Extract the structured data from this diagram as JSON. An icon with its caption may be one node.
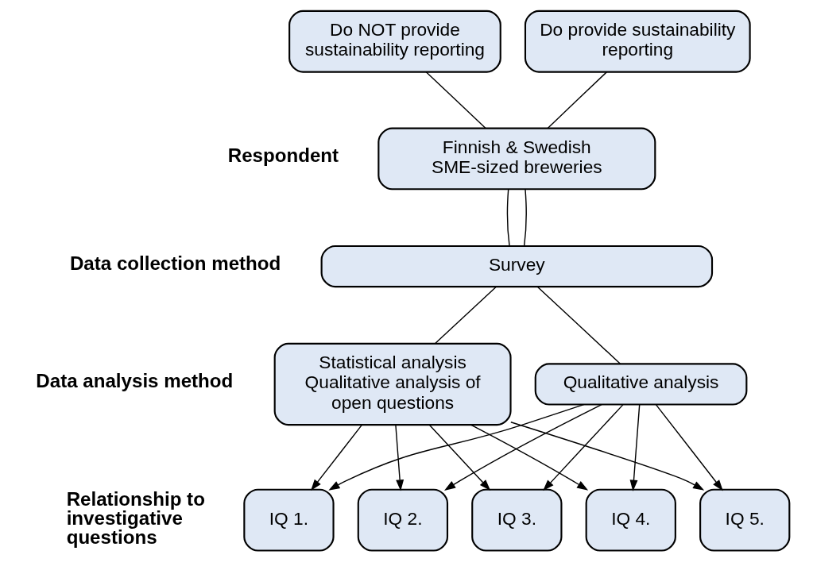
{
  "diagram": {
    "nodes": [
      {
        "text": [
          "Do NOT provide sustainability reporting"
        ]
      },
      {
        "text": [
          "Do provide sustainability reporting"
        ]
      },
      {
        "text": [
          "Finnish & Swedish SME-sized breweries"
        ]
      },
      {
        "text": [
          "Survey"
        ]
      },
      {
        "text": [
          "Statistical analysis",
          "Qualitative analysis of open questions"
        ]
      },
      {
        "text": [
          "Qualitative analysis"
        ]
      },
      {
        "text": [
          "IQ 1."
        ]
      },
      {
        "text": [
          "IQ 2."
        ]
      },
      {
        "text": [
          "IQ 3."
        ]
      },
      {
        "text": [
          "IQ 4."
        ]
      },
      {
        "text": [
          "IQ 5."
        ]
      }
    ],
    "edges": [
      {
        "from": 0,
        "to": 2,
        "arrow": "none"
      },
      {
        "from": 1,
        "to": 2,
        "arrow": "none"
      },
      {
        "from": 2,
        "to": 3,
        "arrow": "none"
      },
      {
        "from": 2,
        "to": 3,
        "arrow": "none"
      },
      {
        "from": 3,
        "to": 4,
        "arrow": "none"
      },
      {
        "from": 3,
        "to": 5,
        "arrow": "none"
      },
      {
        "from": 4,
        "to": 6,
        "arrow": "to"
      },
      {
        "from": 4,
        "to": 7,
        "arrow": "to"
      },
      {
        "from": 4,
        "to": 8,
        "arrow": "to"
      },
      {
        "from": 4,
        "to": 9,
        "arrow": "to"
      },
      {
        "from": 4,
        "to": 10,
        "arrow": "to"
      },
      {
        "from": 5,
        "to": 6,
        "arrow": "to"
      },
      {
        "from": 5,
        "to": 7,
        "arrow": "to"
      },
      {
        "from": 5,
        "to": 8,
        "arrow": "to"
      },
      {
        "from": 5,
        "to": 9,
        "arrow": "to"
      },
      {
        "from": 5,
        "to": 10,
        "arrow": "to"
      }
    ],
    "labels": [
      "Respondent",
      "Data collection method",
      "Data analysis method",
      "Relationship to investigative questions"
    ]
  }
}
